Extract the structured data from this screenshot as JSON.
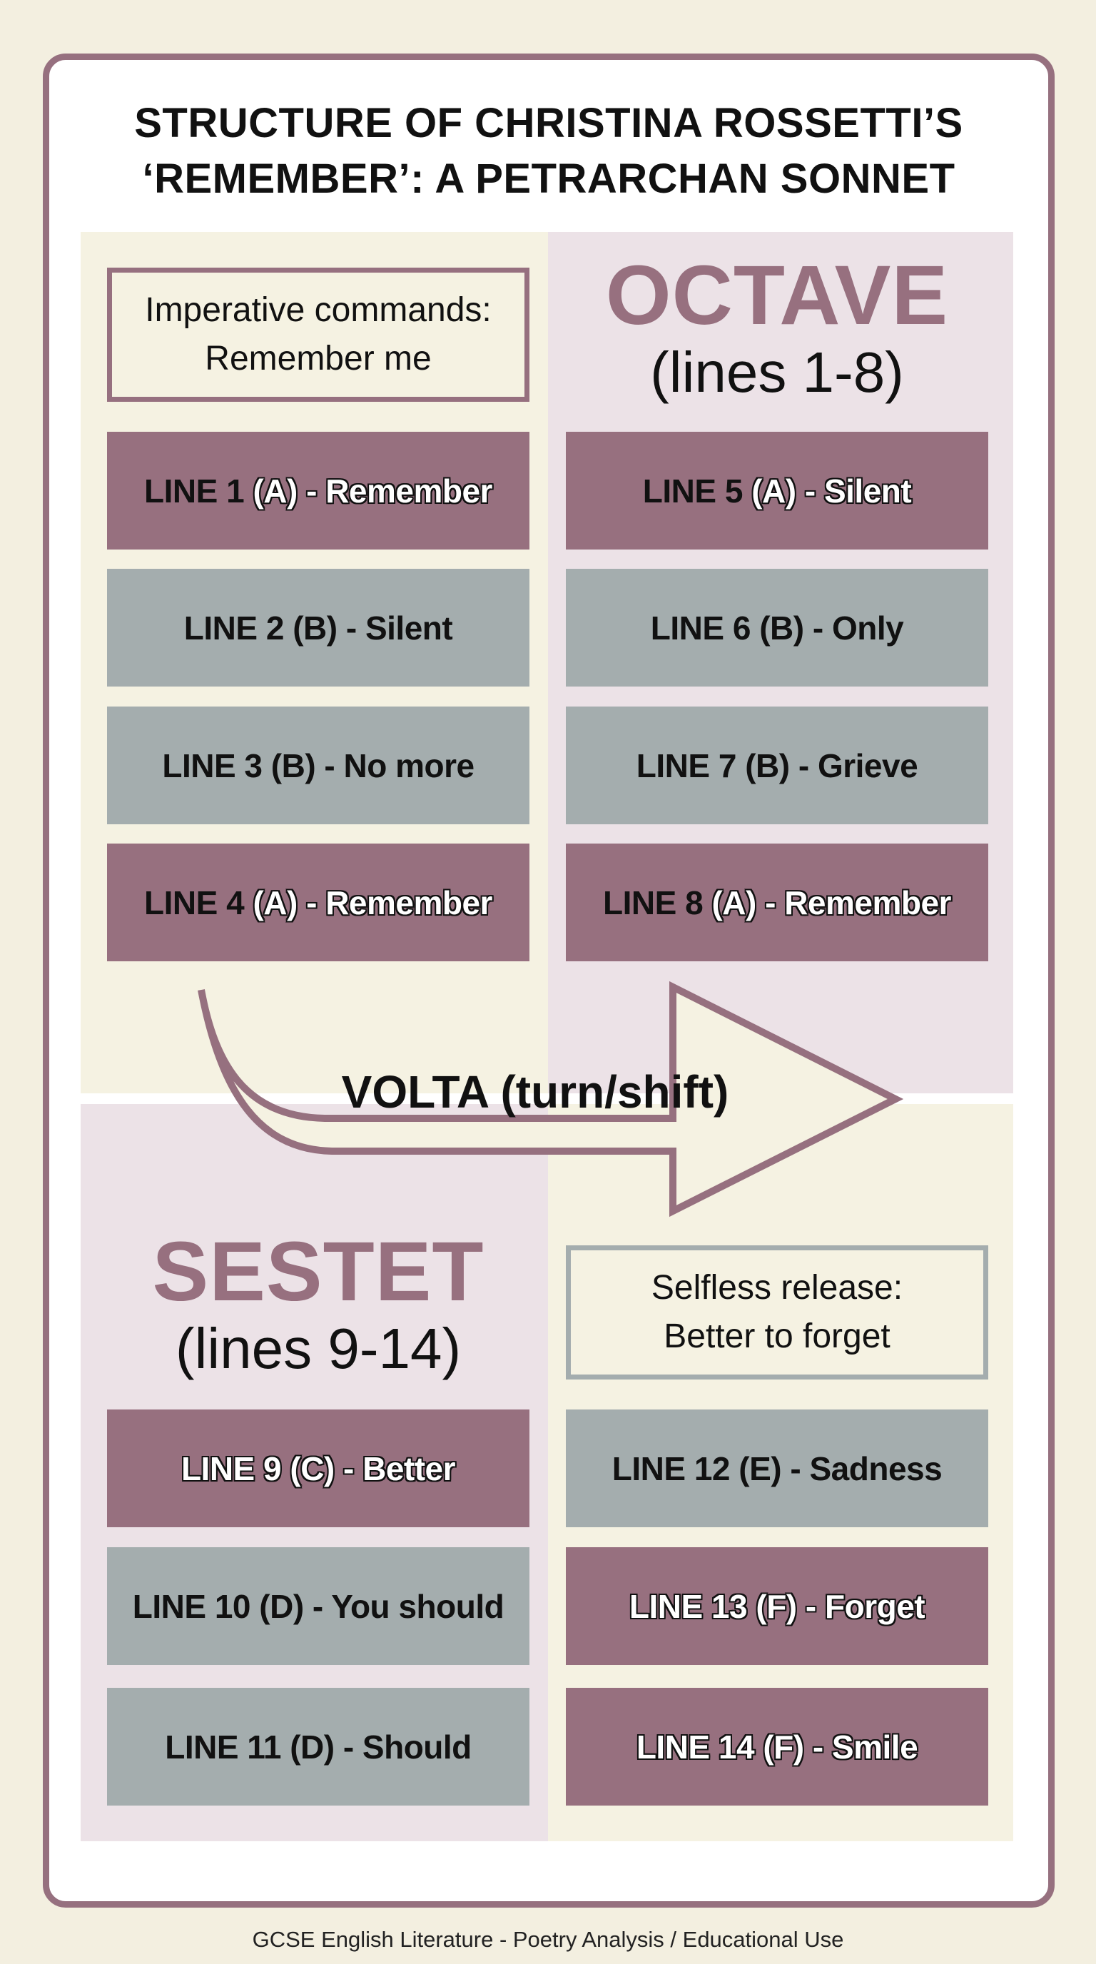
{
  "title": {
    "line1": "STRUCTURE OF CHRISTINA ROSSETTI’S",
    "line2": "‘REMEMBER’: A PETRARCHAN SONNET"
  },
  "colors": {
    "background": "#f3efe0",
    "frame": "#96707f",
    "mauve": "#97707f",
    "gray": "#a4adae",
    "cream": "#f5f2e2",
    "lilac": "#ece2e7"
  },
  "octave": {
    "heading": "OCTAVE",
    "range": "(lines 1-8)",
    "note": {
      "line1": "Imperative commands:",
      "line2": "Remember me"
    },
    "lines": [
      {
        "num": "LINE 1",
        "rest": " (A) - Remember",
        "rhyme": "A",
        "word": "Remember",
        "color": "mauve"
      },
      {
        "num": "LINE 2",
        "rest": " (B) - Silent",
        "rhyme": "B",
        "word": "Silent",
        "color": "gray"
      },
      {
        "num": "LINE 3",
        "rest": " (B) - No more",
        "rhyme": "B",
        "word": "No more",
        "color": "gray"
      },
      {
        "num": "LINE 4",
        "rest": " (A) - Remember",
        "rhyme": "A",
        "word": "Remember",
        "color": "mauve"
      },
      {
        "num": "LINE 5",
        "rest": " (A) - Silent",
        "rhyme": "A",
        "word": "Silent",
        "color": "mauve"
      },
      {
        "num": "LINE 6",
        "rest": " (B) - Only",
        "rhyme": "B",
        "word": "Only",
        "color": "gray"
      },
      {
        "num": "LINE 7",
        "rest": " (B) - Grieve",
        "rhyme": "B",
        "word": "Grieve",
        "color": "gray"
      },
      {
        "num": "LINE 8",
        "rest": " (A) - Remember",
        "rhyme": "A",
        "word": "Remember",
        "color": "mauve"
      }
    ]
  },
  "volta": {
    "label": "VOLTA (turn/shift)"
  },
  "sestet": {
    "heading": "SESTET",
    "range": "(lines 9-14)",
    "note": {
      "line1": "Selfless release:",
      "line2": "Better to forget"
    },
    "lines": [
      {
        "label": "LINE 9 (C) - Better",
        "rhyme": "C",
        "word": "Better",
        "color": "mauve"
      },
      {
        "label": "LINE 10 (D) - You should",
        "rhyme": "D",
        "word": "You should",
        "color": "gray"
      },
      {
        "label": "LINE 11 (D) - Should",
        "rhyme": "D",
        "word": "Should",
        "color": "gray"
      },
      {
        "label": "LINE 12 (E) - Sadness",
        "rhyme": "E",
        "word": "Sadness",
        "color": "gray"
      },
      {
        "label": "LINE 13 (F) - Forget",
        "rhyme": "F",
        "word": "Forget",
        "color": "mauve"
      },
      {
        "label": "LINE 14 (F) - Smile",
        "rhyme": "F",
        "word": "Smile",
        "color": "mauve"
      }
    ]
  },
  "footer": "GCSE English Literature - Poetry Analysis / Educational Use"
}
